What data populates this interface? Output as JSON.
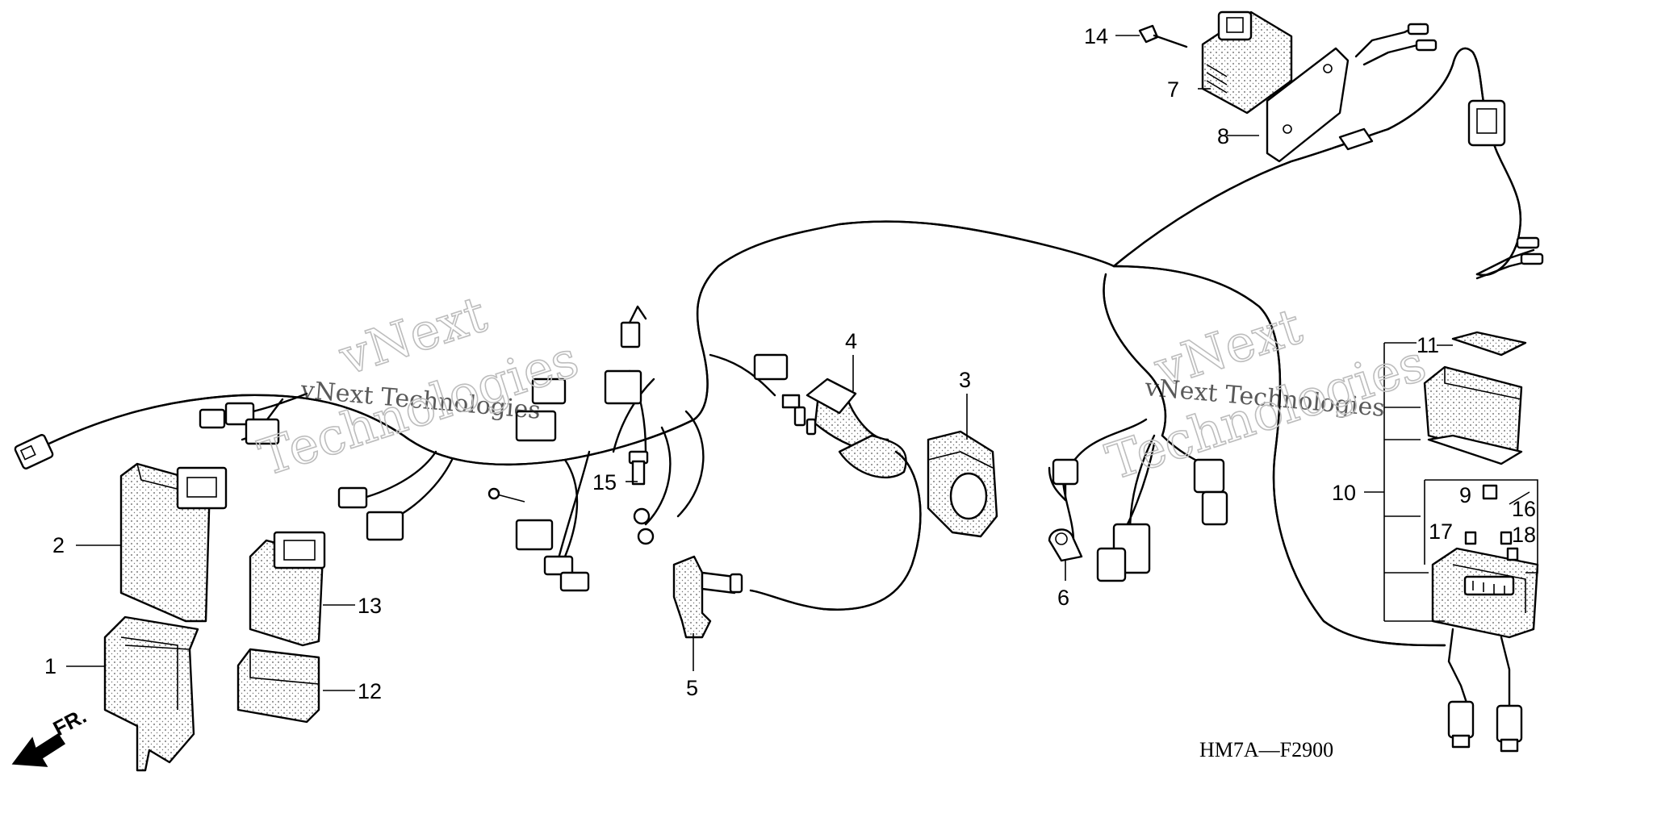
{
  "diagram": {
    "code": "HM7A—F2900",
    "front_marker": "FR.",
    "watermark": {
      "big": "vNext",
      "line": "vNext Technologies",
      "word": "Technologies"
    },
    "callouts": [
      {
        "id": "1",
        "text": "1"
      },
      {
        "id": "2",
        "text": "2"
      },
      {
        "id": "3",
        "text": "3"
      },
      {
        "id": "4",
        "text": "4"
      },
      {
        "id": "5",
        "text": "5"
      },
      {
        "id": "6",
        "text": "6"
      },
      {
        "id": "7",
        "text": "7"
      },
      {
        "id": "8",
        "text": "8"
      },
      {
        "id": "9",
        "text": "9"
      },
      {
        "id": "10",
        "text": "10"
      },
      {
        "id": "11",
        "text": "11"
      },
      {
        "id": "12",
        "text": "12"
      },
      {
        "id": "13",
        "text": "13"
      },
      {
        "id": "14",
        "text": "14"
      },
      {
        "id": "15",
        "text": "15"
      },
      {
        "id": "16",
        "text": "16"
      },
      {
        "id": "17",
        "text": "17"
      },
      {
        "id": "18",
        "text": "18"
      }
    ]
  }
}
